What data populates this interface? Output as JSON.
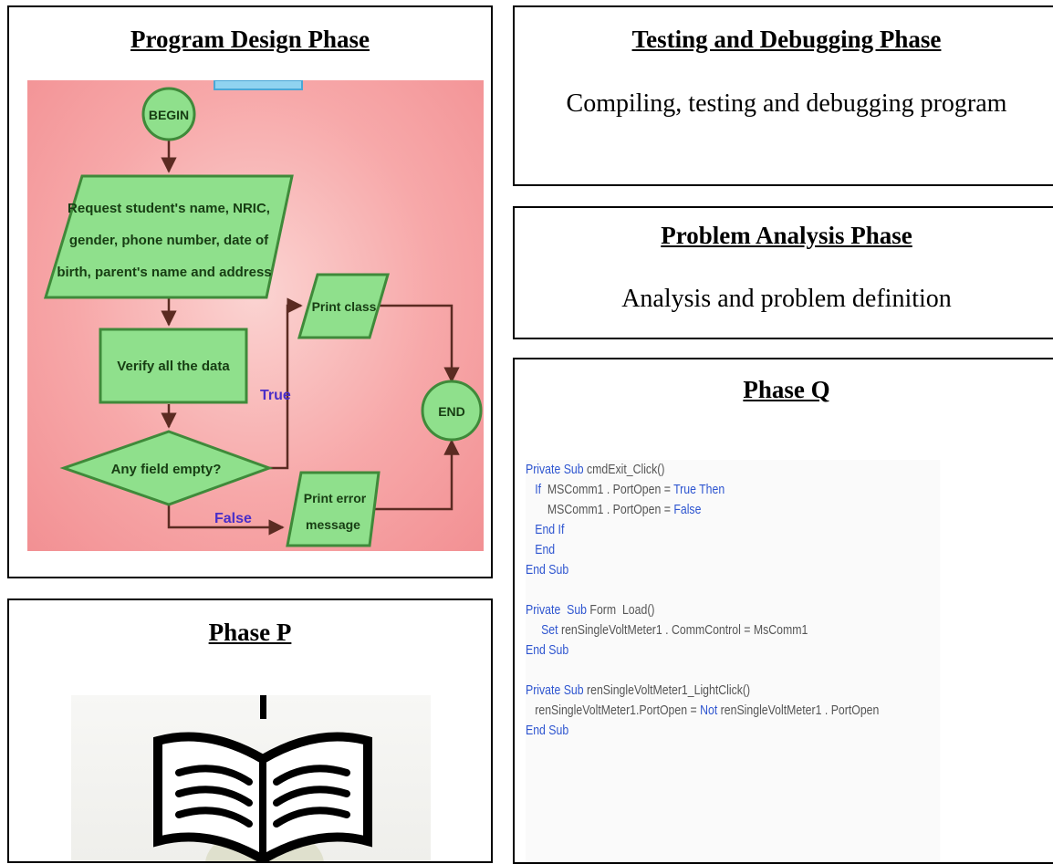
{
  "panels": {
    "design": {
      "title": "Program Design Phase"
    },
    "testing": {
      "title": "Testing and Debugging Phase",
      "text": "Compiling, testing and debugging program"
    },
    "analysis": {
      "title": "Problem Analysis Phase",
      "text": "Analysis and problem definition"
    },
    "phase_q": {
      "title": "Phase Q"
    },
    "phase_p": {
      "title": "Phase P"
    }
  },
  "flowchart": {
    "begin": "BEGIN",
    "input_lines": [
      "Request  student's name, NRIC,",
      "gender, phone number, date of",
      "birth, parent's name and address"
    ],
    "verify": "Verify all the data",
    "decision": "Any field empty?",
    "true_label": "True",
    "false_label": "False",
    "print_class": "Print class",
    "print_error_lines": [
      "Print error",
      "message"
    ],
    "end": "END"
  },
  "code_lines": [
    [
      {
        "t": "Private Sub",
        "k": true
      },
      {
        "t": " cmdExit_Click()"
      }
    ],
    [
      {
        "t": "   If",
        "k": true
      },
      {
        "t": "  MSComm1 . PortOpen = "
      },
      {
        "t": "True Then",
        "k": true
      }
    ],
    [
      {
        "t": "       MSComm1 . PortOpen = "
      },
      {
        "t": "False",
        "k": true
      }
    ],
    [
      {
        "t": "   End If",
        "k": true
      }
    ],
    [
      {
        "t": "   End",
        "k": true
      }
    ],
    [
      {
        "t": "End Sub",
        "k": true
      }
    ],
    [],
    [
      {
        "t": "Private  Sub",
        "k": true
      },
      {
        "t": " Form  Load()"
      }
    ],
    [
      {
        "t": "     Set",
        "k": true
      },
      {
        "t": " renSingleVoltMeter1 . CommControl = MsComm1"
      }
    ],
    [
      {
        "t": "End Sub",
        "k": true
      }
    ],
    [],
    [
      {
        "t": "Private Sub",
        "k": true
      },
      {
        "t": " renSingleVoltMeter1_LightClick()"
      }
    ],
    [
      {
        "t": "   renSingleVoltMeter1.PortOpen = "
      },
      {
        "t": "Not",
        "k": true
      },
      {
        "t": " renSingleVoltMeter1 . PortOpen"
      }
    ],
    [
      {
        "t": "End Sub",
        "k": true
      }
    ]
  ],
  "colors": {
    "keyword": "#2e55d0",
    "flow_green": "#8fe08c",
    "flow_border": "#3f8a3a",
    "label_blue": "#4a2ec8"
  }
}
